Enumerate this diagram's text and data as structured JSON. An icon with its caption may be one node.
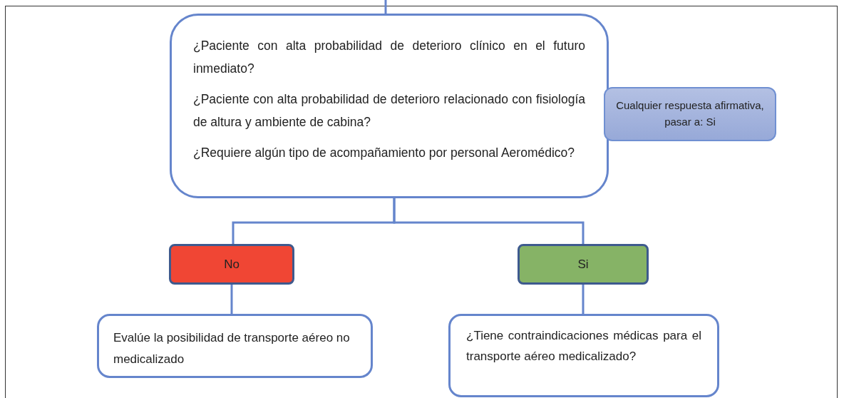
{
  "diagram": {
    "nodes": [
      {
        "text": [
          "¿Paciente con alta probabilidad de deterioro clínico en el futuro inmediato?",
          "¿Paciente con alta probabilidad de deterioro relacionado con fisiología de altura y ambiente de cabina?",
          "¿Requiere algún tipo de acompañamiento por personal Aeromédico?"
        ]
      },
      {
        "text": [
          "Cualquier respuesta afirmativa, pasar a: Si"
        ]
      },
      {
        "text": [
          "No"
        ]
      },
      {
        "text": [
          "Si"
        ]
      },
      {
        "text": [
          "Evalúe la posibilidad de transporte aéreo no medicalizado"
        ]
      },
      {
        "text": [
          "¿Tiene contraindicaciones médicas para el transporte aéreo medicalizado?"
        ]
      }
    ],
    "edges": [
      {
        "from": null,
        "to": 0,
        "arrow": "none"
      },
      {
        "from": 0,
        "to": 2,
        "arrow": "none"
      },
      {
        "from": 0,
        "to": 3,
        "arrow": "none"
      },
      {
        "from": 2,
        "to": 4,
        "arrow": "none"
      },
      {
        "from": 3,
        "to": 5,
        "arrow": "none"
      }
    ]
  }
}
